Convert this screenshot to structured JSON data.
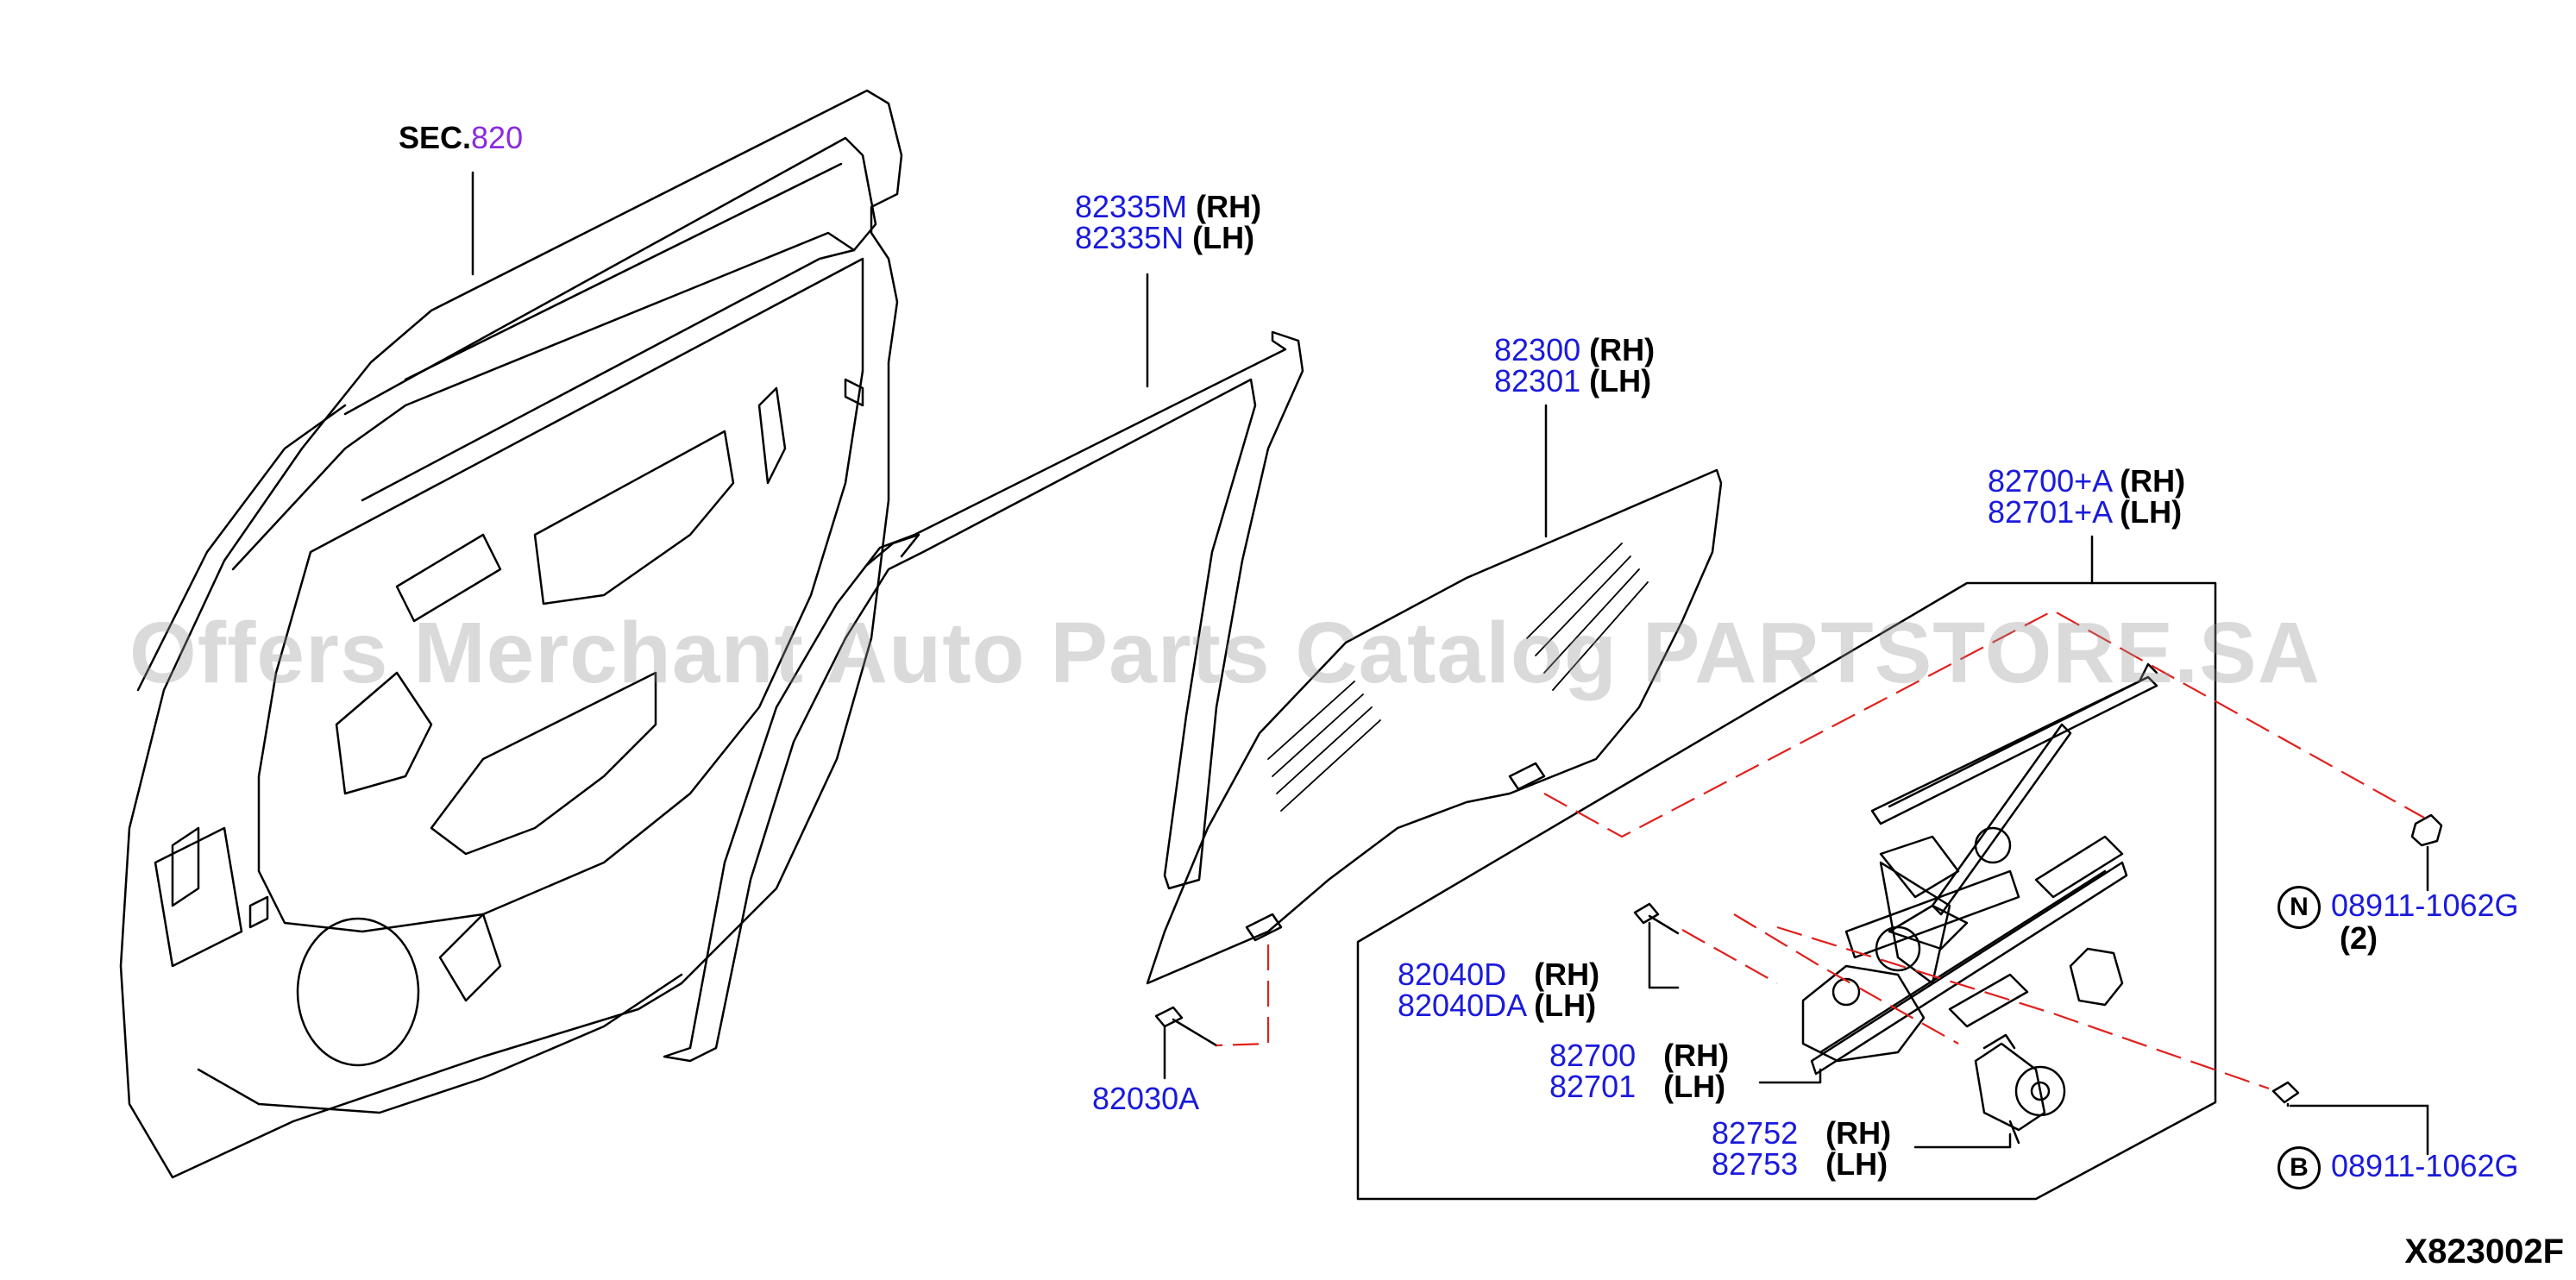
{
  "labels": {
    "sec": {
      "word": "SEC.",
      "num": "820"
    },
    "sash": {
      "rh": "82335M",
      "lh": "82335N",
      "rh_side": "(RH)",
      "lh_side": "(LH)"
    },
    "glass": {
      "rh": "82300",
      "lh": "82301",
      "rh_side": "(RH)",
      "lh_side": "(LH)"
    },
    "regulator_assy": {
      "rh": "82700+A",
      "lh": "82701+A",
      "rh_side": "(RH)",
      "lh_side": "(LH)"
    },
    "bolt": {
      "rh": "82040D",
      "lh": "82040DA",
      "rh_side": "(RH)",
      "lh_side": "(LH)"
    },
    "regulator": {
      "rh": "82700",
      "lh": "82701",
      "rh_side": "(RH)",
      "lh_side": "(LH)"
    },
    "motor": {
      "rh": "82752",
      "lh": "82753",
      "rh_side": "(RH)",
      "lh_side": "(LH)"
    },
    "glass_bolt": "82030A",
    "nut": {
      "badge": "N",
      "part": "08911-1062G",
      "qty": "(2)"
    },
    "bolt_b": {
      "badge": "B",
      "part": "08911-1062G"
    }
  },
  "watermark": "Offers Merchant Auto Parts Catalog PARTSTORE.SA",
  "diagram_code": "X823002F",
  "colors": {
    "part_number": "#1a1adc",
    "section": "#8a2be2",
    "dash": "#e0201c",
    "line": "#000000"
  }
}
